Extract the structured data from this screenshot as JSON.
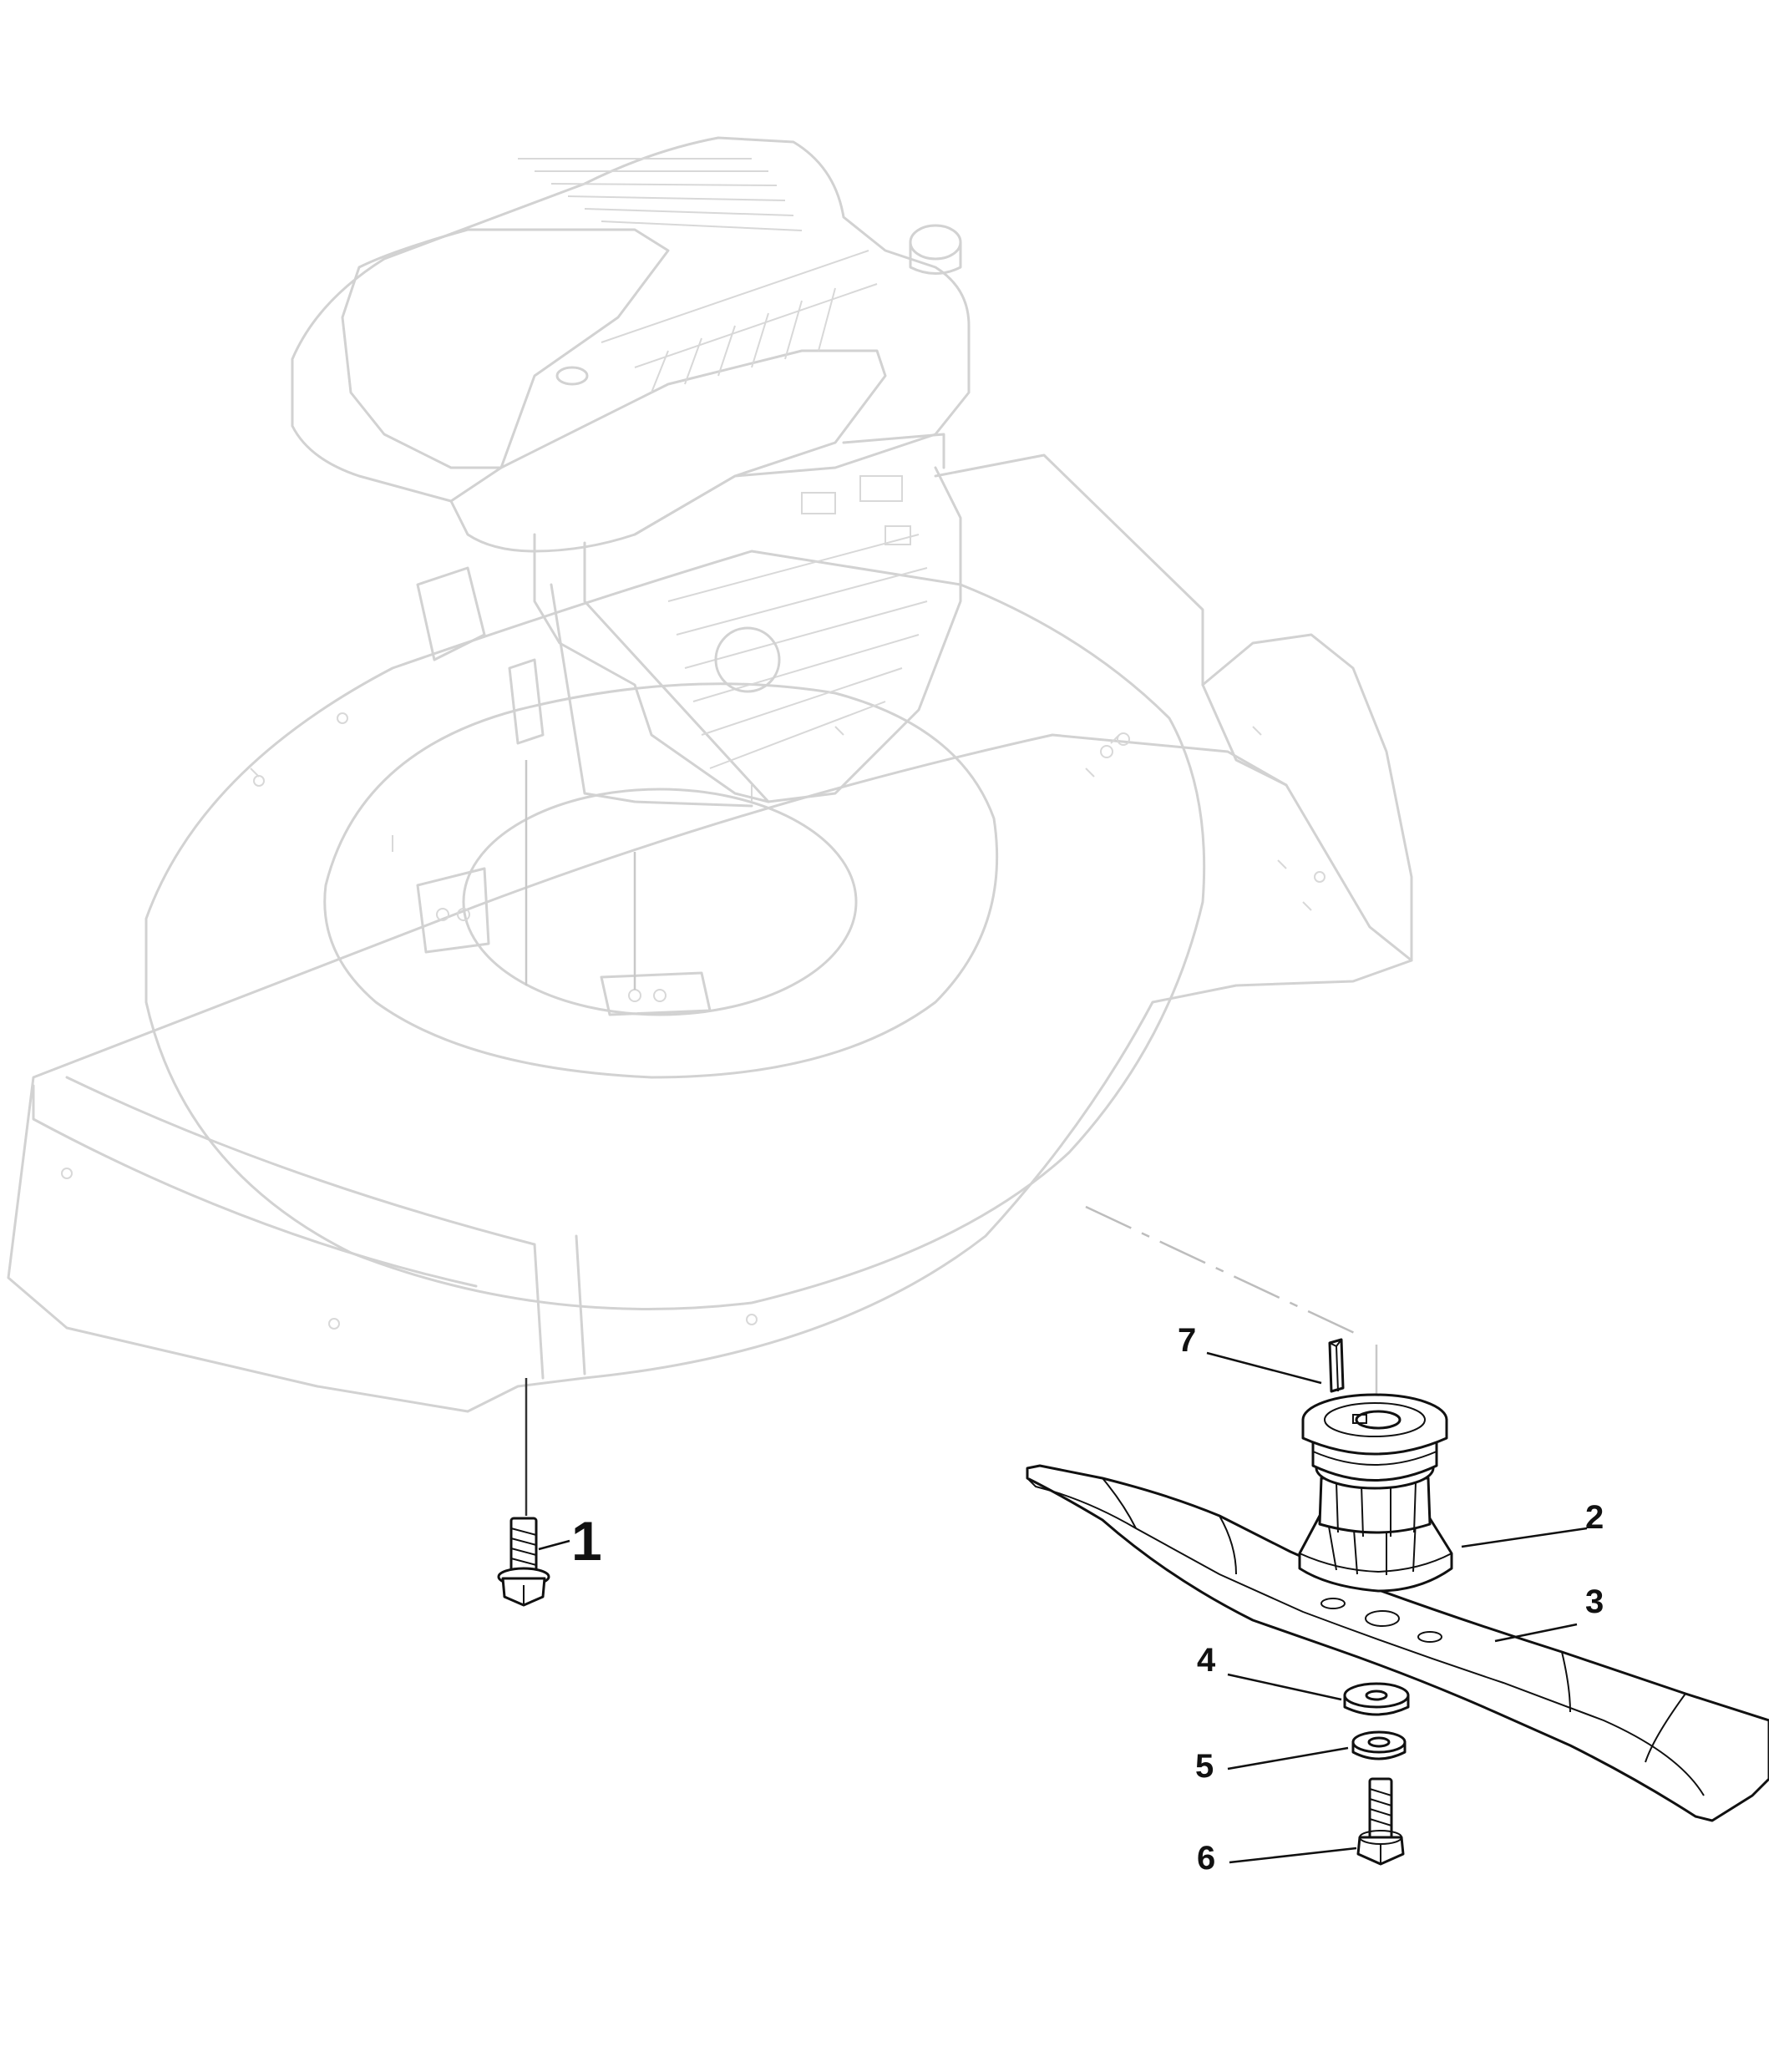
{
  "callouts": {
    "c1": "1",
    "c2": "2",
    "c3": "3",
    "c4": "4",
    "c5": "5",
    "c6": "6",
    "c7": "7"
  },
  "colors": {
    "ghost_lines": "#d2d2d2",
    "part_lines": "#111111",
    "background": "#ffffff"
  }
}
